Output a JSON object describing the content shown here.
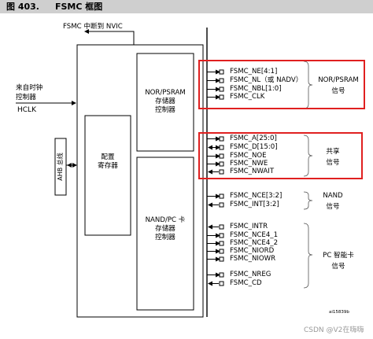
{
  "figure": {
    "number": "图 403.",
    "title": "FSMC 框图",
    "code": "ai15839b"
  },
  "top_label": "FSMC 中断到 NVIC",
  "left": {
    "source_label_line1": "来自时钟",
    "source_label_line2": "控制器",
    "clock": "HCLK",
    "bus": "AHB 总线"
  },
  "blocks": {
    "config_line1": "配置",
    "config_line2": "寄存器",
    "nor_line1": "NOR/PSRAM",
    "nor_line2": "存储器",
    "nor_line3": "控制器",
    "nand_line1": "NAND/PC 卡",
    "nand_line2": "存储器",
    "nand_line3": "控制器"
  },
  "signals": {
    "nor": [
      "FSMC_NE[4:1]",
      "FSMC_NL（或 NADV）",
      "FSMC_NBL[1:0]",
      "FSMC_CLK"
    ],
    "shared": [
      "FSMC_A[25:0]",
      "FSMC_D[15:0]",
      "FSMC_NOE",
      "FSMC_NWE",
      "FSMC_NWAIT"
    ],
    "nand": [
      "FSMC_NCE[3:2]",
      "FSMC_INT[3:2]"
    ],
    "pc_card_a": [
      "FSMC_INTR",
      "FSMC_NCE4_1",
      "FSMC_NCE4_2",
      "FSMC_NIORD",
      "FSMC_NIOWR"
    ],
    "pc_card_b": [
      "FSMC_NREG",
      "FSMC_CD"
    ]
  },
  "groups": {
    "nor_line1": "NOR/PSRAM",
    "nor_line2": "信号",
    "shared_line1": "共享",
    "shared_line2": "信号",
    "nand_line1": "NAND",
    "nand_line2": "信号",
    "pc_line1": "PC 智能卡",
    "pc_line2": "信号"
  },
  "highlight_color": "#e02020",
  "watermark": "CSDN @V2在嗨嗨"
}
